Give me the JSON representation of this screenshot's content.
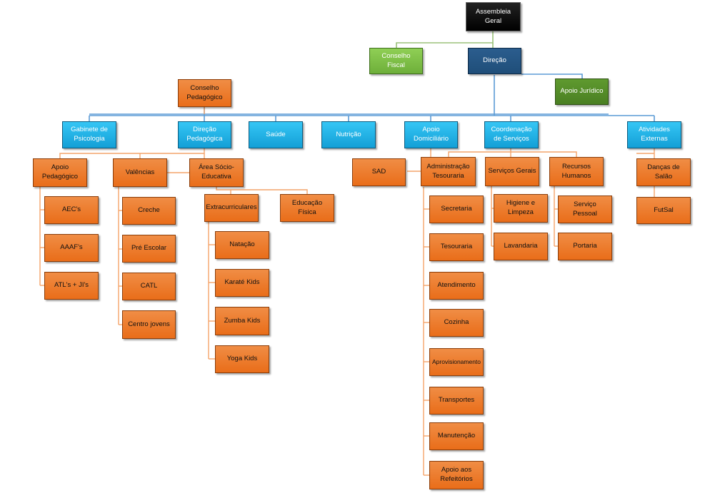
{
  "colors": {
    "orange": "#e96d19",
    "blue": "#139fd6",
    "green_light": "#70ad47",
    "green_dark": "#548235",
    "navy": "#1f4e79",
    "black": "#000000",
    "line_orange": "#f4a46a",
    "line_blue": "#5b9bd5",
    "line_green": "#9bc27a"
  },
  "nodes": {
    "assembleia_geral": "Assembleia Geral",
    "conselho_fiscal": "Conselho Fiscal",
    "direcao": "Direção",
    "apoio_juridico": "Apoio Jurídico",
    "conselho_pedagogico": "Conselho Pedagógico",
    "gabinete_psicologia": "Gabinete de Psicologia",
    "direcao_pedagogica": "Direção Pedagógica",
    "saude": "Saúde",
    "nutricao": "Nutrição",
    "apoio_domiciliario": "Apoio Domiciliário",
    "coordenacao_servicos": "Coordenação de Serviços",
    "atividades_externas": "Atividades Externas",
    "apoio_pedagogico": "Apoio Pedagógico",
    "valencias": "Valências",
    "area_socio_educativa": "Área Sócio-Educativa",
    "sad": "SAD",
    "administracao_tesouraria": "Administração Tesouraria",
    "servicos_gerais": "Serviços Gerais",
    "recursos_humanos": "Recursos Humanos",
    "dancas_salao": "Danças de Salão",
    "futsal": "FutSal",
    "aecs": "AEC's",
    "aaafs": "AAAF's",
    "atls_jis": "ATL's + JI's",
    "creche": "Creche",
    "pre_escolar": "Pré Escolar",
    "catl": "CATL",
    "centro_jovens": "Centro jovens",
    "extracurriculares": "Extracurriculares",
    "educacao_fisica": "Educação Física",
    "natacao": "Natação",
    "karate_kids": "Karaté Kids",
    "zumba_kids": "Zumba Kids",
    "yoga_kids": "Yoga Kids",
    "secretaria": "Secretaria",
    "tesouraria": "Tesouraria",
    "atendimento": "Atendimento",
    "cozinha": "Cozinha",
    "aprovisionamento": "Aprovisionamento",
    "transportes": "Transportes",
    "manutencao": "Manutenção",
    "apoio_refeitorios": "Apoio aos Refeitórios",
    "higiene_limpeza": "Higiene e Limpeza",
    "lavandaria": "Lavandaria",
    "servico_pessoal": "Serviço Pessoal",
    "portaria": "Portaria"
  }
}
